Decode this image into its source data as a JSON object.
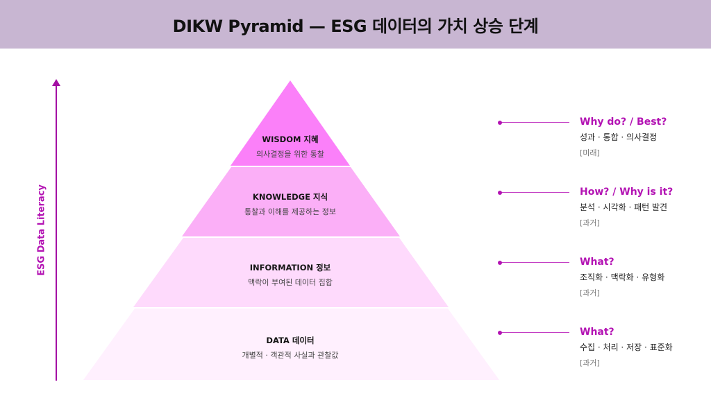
{
  "title": "DIKW Pyramid — ESG 데이터의 가치 상승 단계",
  "axis_label": "ESG Data Literacy",
  "colors": {
    "accent": "#b313b3",
    "title_bg": "#c8b6d2",
    "layer_wisdom": "#fb80f9",
    "layer_knowledge": "#fbaff7",
    "layer_information": "#fedafc",
    "layer_data": "#fff0fe"
  },
  "layers": [
    {
      "title": "WISDOM 지혜",
      "subtitle": "의사결정을 위한 통찰",
      "question": "Why do? / Best?",
      "items": "성과 · 통합 · 의사결정",
      "time": "[미래]"
    },
    {
      "title": "KNOWLEDGE 지식",
      "subtitle": "통찰과 이해를 제공하는 정보",
      "question": "How? / Why is it?",
      "items": "분석 · 시각화 · 패턴 발견",
      "time": "[과거]"
    },
    {
      "title": "INFORMATION 정보",
      "subtitle": "맥락이 부여된 데이터 집합",
      "question": "What?",
      "items": "조직화 · 맥락화 · 유형화",
      "time": "[과거]"
    },
    {
      "title": "DATA 데이터",
      "subtitle": "개별적 · 객관적 사실과 관찰값",
      "question": "What?",
      "items": "수집 · 처리 · 저장 · 표준화",
      "time": "[과거]"
    }
  ]
}
